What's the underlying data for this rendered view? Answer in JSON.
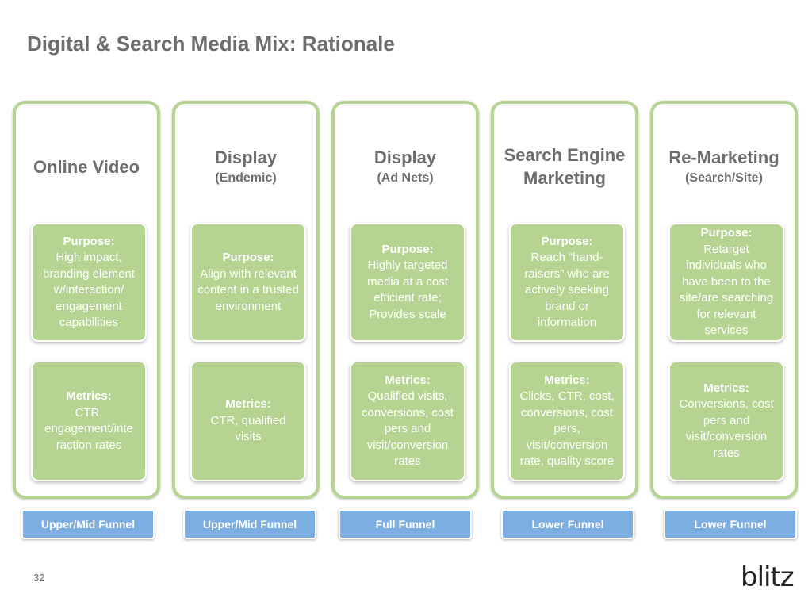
{
  "title": "Digital & Search Media Mix: Rationale",
  "columns": [
    {
      "heading": "Online Video",
      "subheading": "",
      "purpose_label": "Purpose:",
      "purpose_text": "High impact, branding element w/interaction/ engagement capabilities",
      "metrics_label": "Metrics:",
      "metrics_text": "CTR, engagement/inte raction rates",
      "funnel": "Upper/Mid Funnel"
    },
    {
      "heading": "Display",
      "subheading": "(Endemic)",
      "purpose_label": "Purpose:",
      "purpose_text": "Align with relevant content in a trusted environment",
      "metrics_label": "Metrics:",
      "metrics_text": "CTR, qualified visits",
      "funnel": "Upper/Mid Funnel"
    },
    {
      "heading": "Display",
      "subheading": "(Ad Nets)",
      "purpose_label": "Purpose:",
      "purpose_text": "Highly targeted media at a cost efficient rate; Provides scale",
      "metrics_label": "Metrics:",
      "metrics_text": "Qualified visits, conversions, cost pers and visit/conversion rates",
      "funnel": "Full Funnel"
    },
    {
      "heading": "Search Engine Marketing",
      "subheading": "",
      "purpose_label": "Purpose:",
      "purpose_text": "Reach “hand-raisers” who are actively seeking brand or information",
      "metrics_label": "Metrics:",
      "metrics_text": "Clicks, CTR, cost, conversions,  cost pers, visit/conversion rate, quality score",
      "funnel": "Lower Funnel"
    },
    {
      "heading": "Re-Marketing",
      "subheading": "(Search/Site)",
      "purpose_label": "Purpose:",
      "purpose_text": "Retarget individuals who have been to the site/are searching for relevant services",
      "metrics_label": "Metrics:",
      "metrics_text": "Conversions, cost pers and visit/conversion rates",
      "funnel": "Lower Funnel"
    }
  ],
  "page_number": "32",
  "logo_text": "blitz",
  "colors": {
    "title": "#6d6d6d",
    "column_border": "#b5d491",
    "card_fill": "#b5d491",
    "funnel_fill": "#7daee2"
  }
}
